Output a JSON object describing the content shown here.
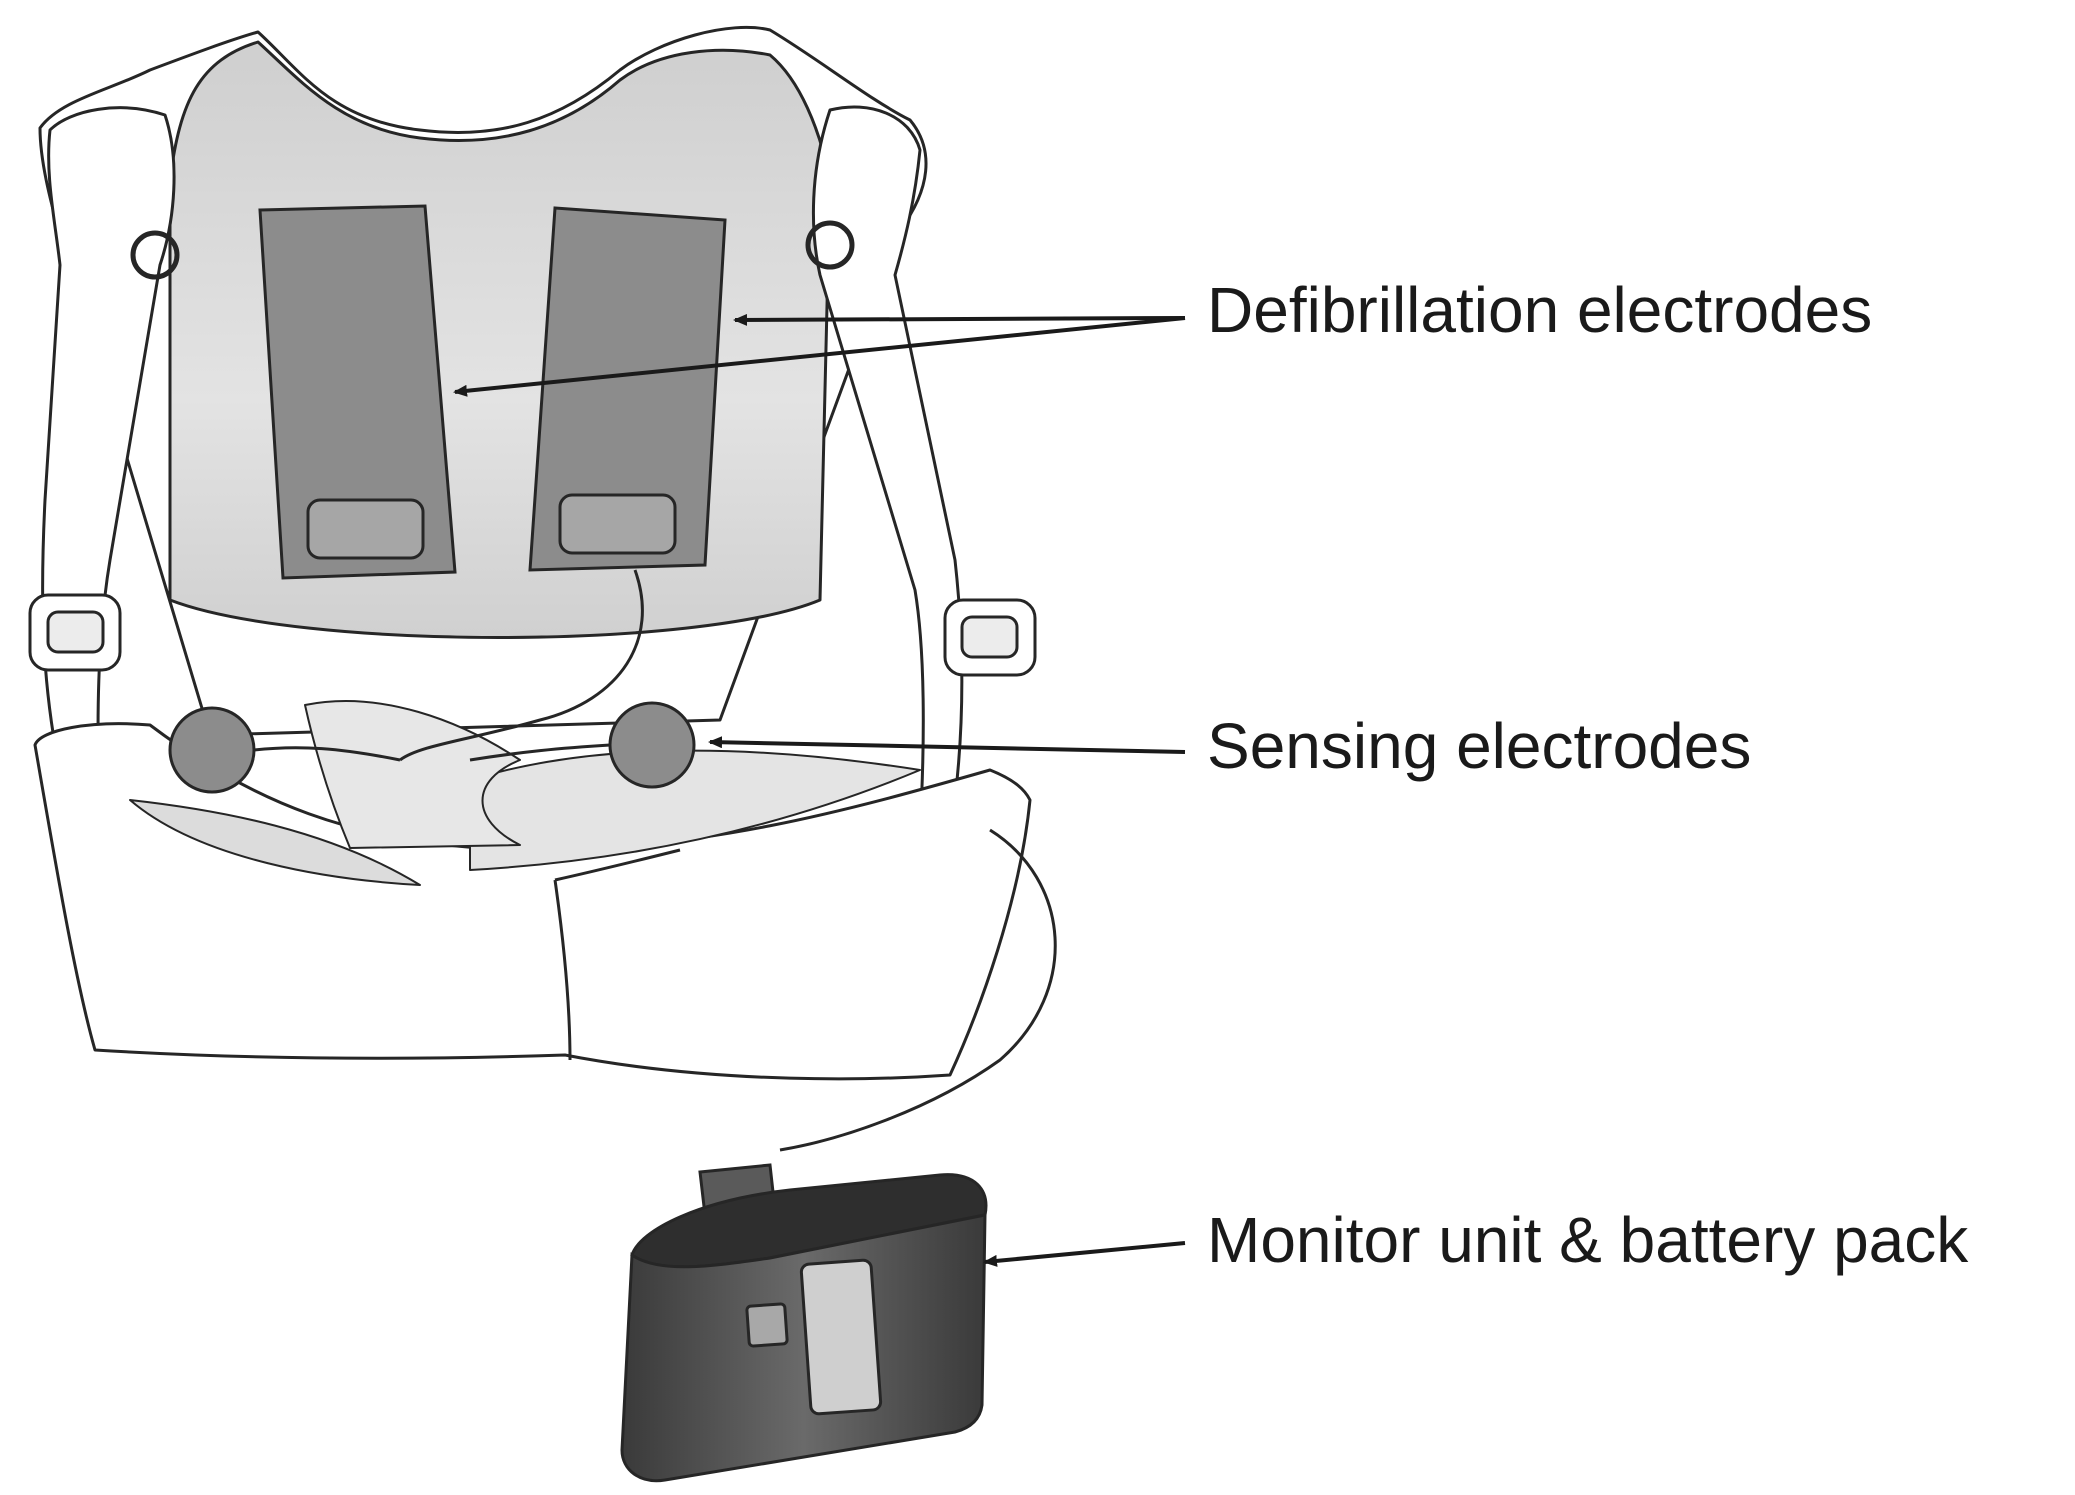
{
  "labels": {
    "defibrillation": "Defibrillation electrodes",
    "sensing": "Sensing electrodes",
    "monitor": "Monitor unit & battery pack"
  },
  "colors": {
    "outline": "#262626",
    "vest_fill": "#ffffff",
    "vest_inner": "#d9d9d9",
    "vest_inner_light": "#e8e8e8",
    "electrode": "#8c8c8c",
    "electrode_pad": "#a6a6a6",
    "monitor_body": "#4d4d4d",
    "monitor_top": "#2e2e2e",
    "monitor_window": "#cfcfcf",
    "label_text": "#1a1a1a"
  },
  "icons": {
    "vest": "wearable-defibrillator-vest",
    "monitor": "monitor-battery-pack"
  }
}
